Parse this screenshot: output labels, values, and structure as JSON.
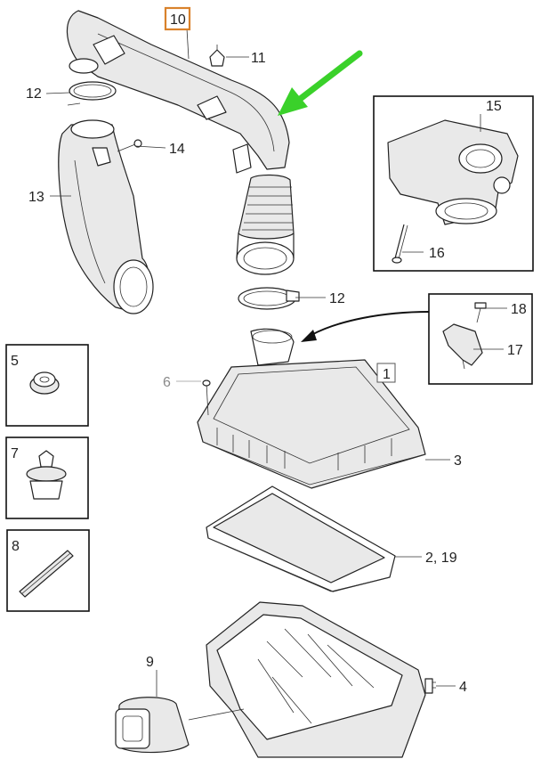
{
  "highlight_color": "#d9822b",
  "arrow_color": "#3ad12a",
  "parts": {
    "p1": "1",
    "p2_19": "2, 19",
    "p3": "3",
    "p4": "4",
    "p5": "5",
    "p6": "6",
    "p7": "7",
    "p8": "8",
    "p9": "9",
    "p10": "10",
    "p11": "11",
    "p12a": "12",
    "p12b": "12",
    "p13": "13",
    "p14": "14",
    "p15": "15",
    "p16": "16",
    "p17": "17",
    "p18": "18"
  }
}
